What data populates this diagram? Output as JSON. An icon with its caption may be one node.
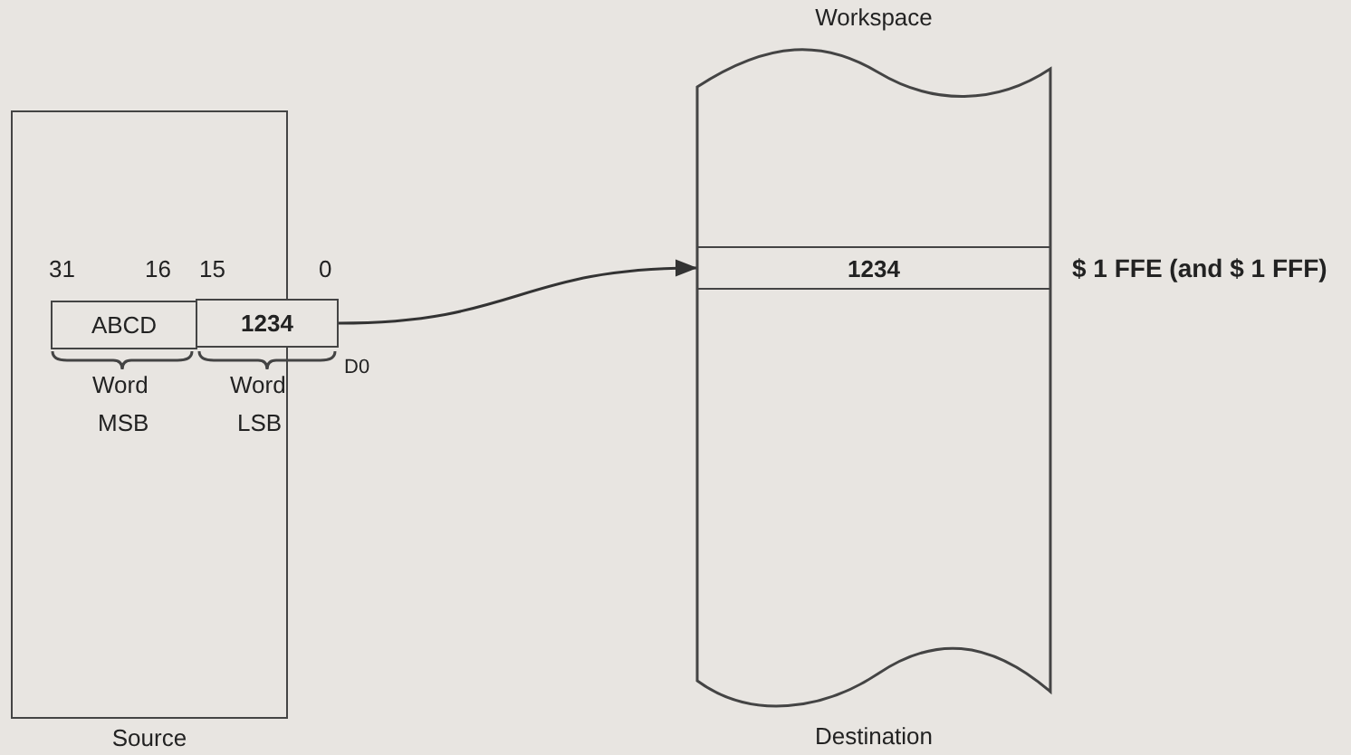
{
  "diagram": {
    "nodes": [
      {
        "text": [],
        "shape": "box",
        "beside": [
          "Source"
        ]
      },
      {
        "text": [
          "ABCD"
        ],
        "in": 0
      },
      {
        "text": [
          "1234"
        ]
      },
      {
        "text": [
          "Workspace"
        ],
        "beside": [
          "Destination"
        ]
      },
      {
        "text": [
          "1234"
        ],
        "in": 3,
        "beside": [
          "$ 1 FFE (and $ 1 FFF)"
        ]
      }
    ],
    "edges": [
      {
        "from": 2,
        "to": 4,
        "arrow": "to"
      }
    ],
    "labels": [
      "31",
      "16",
      "15",
      "0",
      "Word",
      "MSB",
      "Word",
      "D0",
      "LSB"
    ]
  }
}
